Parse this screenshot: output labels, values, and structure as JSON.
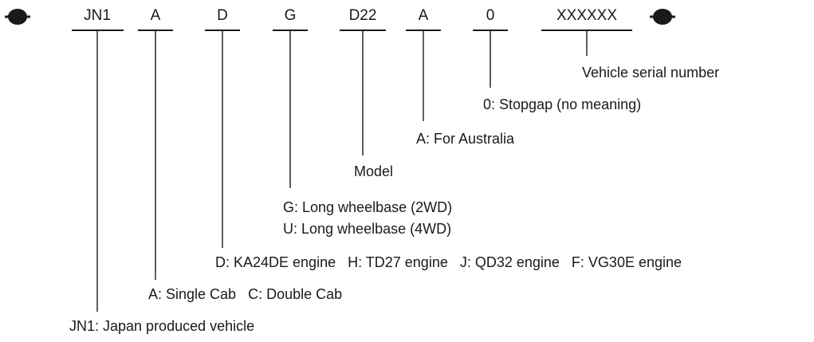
{
  "diagram": {
    "segments": [
      {
        "code": "JN1",
        "descriptions": [
          "JN1: Japan produced vehicle"
        ]
      },
      {
        "code": "A",
        "descriptions": [
          "A: Single Cab   C: Double Cab"
        ]
      },
      {
        "code": "D",
        "descriptions": [
          "D: KA24DE engine   H: TD27 engine   J: QD32 engine   F: VG30E engine"
        ]
      },
      {
        "code": "G",
        "descriptions": [
          "G: Long wheelbase (2WD)",
          "U: Long wheelbase (4WD)"
        ]
      },
      {
        "code": "D22",
        "descriptions": [
          "Model"
        ]
      },
      {
        "code": "A",
        "descriptions": [
          "A: For Australia"
        ]
      },
      {
        "code": "0",
        "descriptions": [
          "0: Stopgap (no meaning)"
        ]
      },
      {
        "code": "XXXXXX",
        "descriptions": [
          "Vehicle serial number"
        ]
      }
    ],
    "left_marker_icon": "filled-oval-marker",
    "right_marker_icon": "filled-oval-marker"
  }
}
